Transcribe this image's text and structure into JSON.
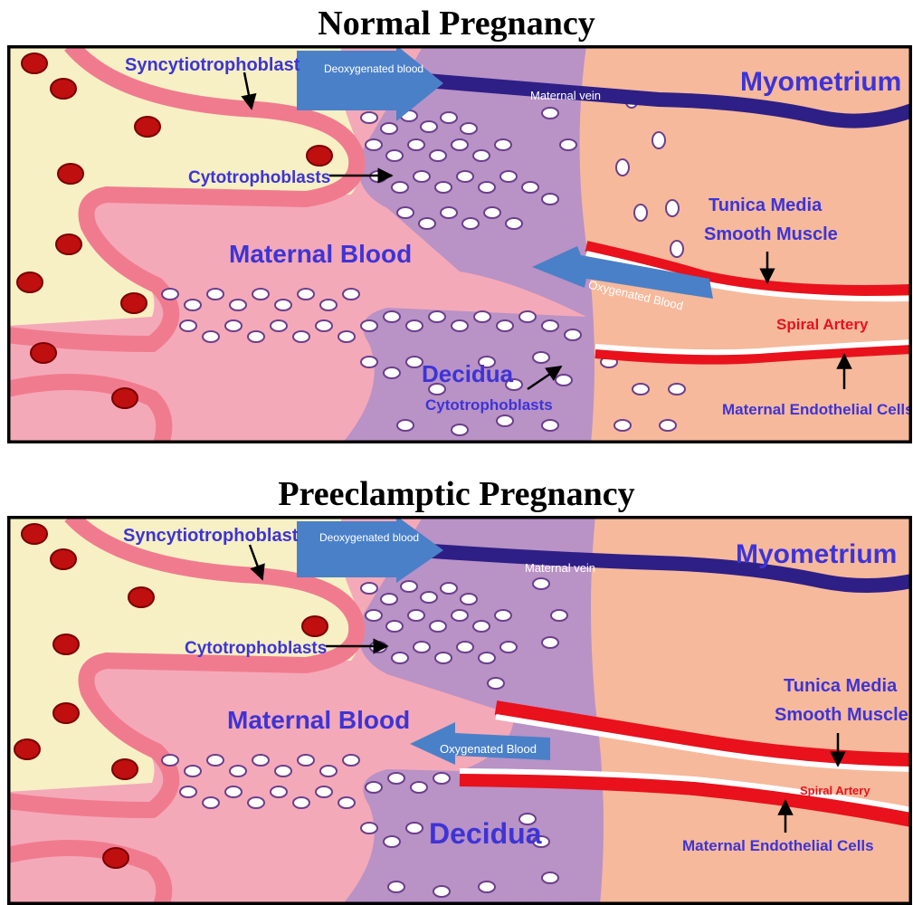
{
  "panels": [
    {
      "title": "Normal Pregnancy",
      "labels": {
        "syncytiotrophoblast": "Syncytiotrophoblast",
        "deoxygenated": "Deoxygenated blood",
        "maternal_vein": "Maternal vein",
        "myometrium": "Myometrium",
        "cytotrophoblasts": "Cytotrophoblasts",
        "tunica_media_1": "Tunica Media",
        "tunica_media_2": "Smooth Muscle",
        "maternal_blood": "Maternal Blood",
        "oxygenated": "Oxygenated Blood",
        "spiral_artery": "Spiral Artery",
        "decidua": "Decidua",
        "decidua_cytotrophoblasts": "Cytotrophoblasts",
        "endothelial": "Maternal Endothelial Cells"
      }
    },
    {
      "title": "Preeclamptic Pregnancy",
      "labels": {
        "syncytiotrophoblast": "Syncytiotrophoblast",
        "deoxygenated": "Deoxygenated blood",
        "maternal_vein": "Maternal vein",
        "myometrium": "Myometrium",
        "cytotrophoblasts": "Cytotrophoblasts",
        "tunica_media_1": "Tunica Media",
        "tunica_media_2": "Smooth Muscle",
        "maternal_blood": "Maternal Blood",
        "oxygenated": "Oxygenated Blood",
        "spiral_artery": "Spiral Artery",
        "decidua": "Decidua",
        "endothelial": "Maternal Endothelial Cells"
      }
    }
  ],
  "colors": {
    "villus_core": "#f6f0c4",
    "maternal_blood": "#f4a9b8",
    "decidua": "#b992c6",
    "myometrium": "#f6b99c",
    "vein": "#2e1f86",
    "artery_muscle": "#e8111c",
    "label_text": "#3d34d6",
    "arrow": "#4a80c8"
  }
}
